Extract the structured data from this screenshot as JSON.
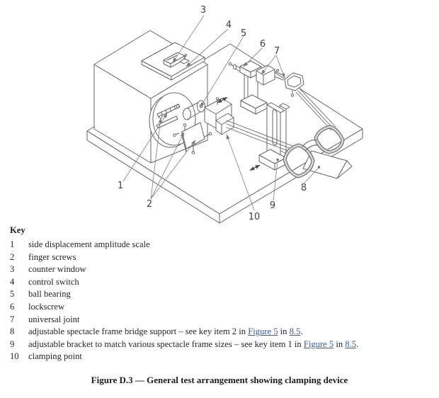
{
  "figure": {
    "caption": "Figure D.3 — General test arrangement showing clamping device",
    "callouts": [
      "1",
      "2",
      "3",
      "4",
      "5",
      "6",
      "7",
      "8",
      "9",
      "10"
    ]
  },
  "key": {
    "title": "Key",
    "items": [
      {
        "num": "1",
        "text": "side displacement amplitude scale"
      },
      {
        "num": "2",
        "text": "finger screws"
      },
      {
        "num": "3",
        "text": "counter window"
      },
      {
        "num": "4",
        "text": "control switch"
      },
      {
        "num": "5",
        "text": "ball bearing"
      },
      {
        "num": "6",
        "text": "lockscrew"
      },
      {
        "num": "7",
        "text": "universal joint"
      },
      {
        "num": "8",
        "pre": "adjustable spectacle frame bridge support – see key item 2 in ",
        "link1": "Figure 5",
        "mid": " in ",
        "link2": "8.5",
        "post": "."
      },
      {
        "num": "9",
        "pre": "adjustable bracket to match various spectacle frame sizes – see key item 1 in ",
        "link1": "Figure 5",
        "mid": " in ",
        "link2": "8.5",
        "post": "."
      },
      {
        "num": "10",
        "text": "clamping point"
      }
    ]
  },
  "colors": {
    "link": "#2d5cb8",
    "drawing_line": "#666666",
    "text": "#262626"
  }
}
